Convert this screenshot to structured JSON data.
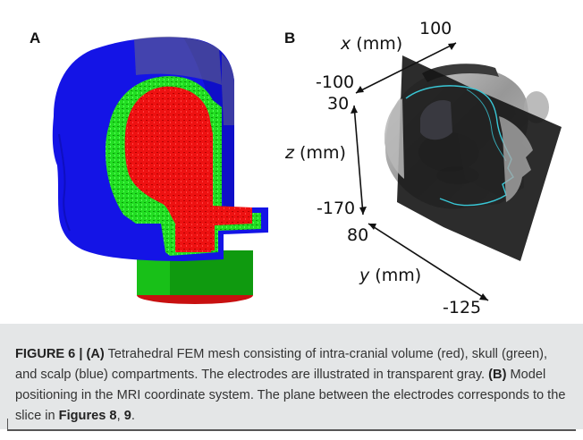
{
  "panels": {
    "a": {
      "label": "A"
    },
    "b": {
      "label": "B"
    }
  },
  "axes": {
    "x": {
      "var": "x",
      "unit": "(mm)",
      "min": "-100",
      "max": "100"
    },
    "z": {
      "var": "z",
      "unit": "(mm)",
      "max": "30",
      "min": "-170"
    },
    "y": {
      "var": "y",
      "unit": "(mm)",
      "max": "80",
      "min": "-125"
    }
  },
  "caption": {
    "figure_label": "FIGURE 6 |",
    "a_tag": "(A)",
    "text_1": "Tetrahedral FEM mesh consisting of intra-cranial volume (red), skull (green), and scalp (blue) compartments. The electrodes are illustrated in transparent gray.",
    "b_tag": "(B)",
    "text_2": "Model positioning in the MRI coordinate system. The plane between the electrodes corresponds to the slice in",
    "ref_1": "Figures 8",
    "sep": ",",
    "ref_2": "9",
    "end": "."
  },
  "colors": {
    "scalp": "#1010e0",
    "skull": "#22dd22",
    "brain": "#ee1111",
    "electrode": "#6a6a80",
    "plane": "#151515",
    "caption_bg": "#e4e6e7"
  }
}
